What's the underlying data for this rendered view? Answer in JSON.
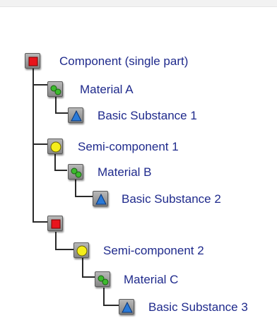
{
  "tree": {
    "nodes": [
      {
        "id": "component-1",
        "type": "component",
        "icon": "red-square-icon",
        "label": "Component (single part)"
      },
      {
        "id": "material-a",
        "type": "material",
        "icon": "green-circles-icon",
        "label": "Material A"
      },
      {
        "id": "basic-substance-1",
        "type": "basic-substance",
        "icon": "blue-triangle-icon",
        "label": "Basic Substance 1"
      },
      {
        "id": "semi-component-1",
        "type": "semi-component",
        "icon": "yellow-circle-icon",
        "label": "Semi-component 1"
      },
      {
        "id": "material-b",
        "type": "material",
        "icon": "green-circles-icon",
        "label": "Material B"
      },
      {
        "id": "basic-substance-2",
        "type": "basic-substance",
        "icon": "blue-triangle-icon",
        "label": "Basic Substance 2"
      },
      {
        "id": "component-2",
        "type": "component",
        "icon": "red-square-icon",
        "label": ""
      },
      {
        "id": "semi-component-2",
        "type": "semi-component",
        "icon": "yellow-circle-icon",
        "label": "Semi-component 2"
      },
      {
        "id": "material-c",
        "type": "material",
        "icon": "green-circles-icon",
        "label": "Material C"
      },
      {
        "id": "basic-substance-3",
        "type": "basic-substance",
        "icon": "blue-triangle-icon",
        "label": "Basic Substance 3"
      }
    ]
  },
  "colors": {
    "label_text": "#1f2a8c",
    "component": "#e8141c",
    "semi_component": "#f5ee1a",
    "material": "#3dba2e",
    "basic_substance": "#2a7ad8",
    "connector": "#2a2a2a"
  }
}
